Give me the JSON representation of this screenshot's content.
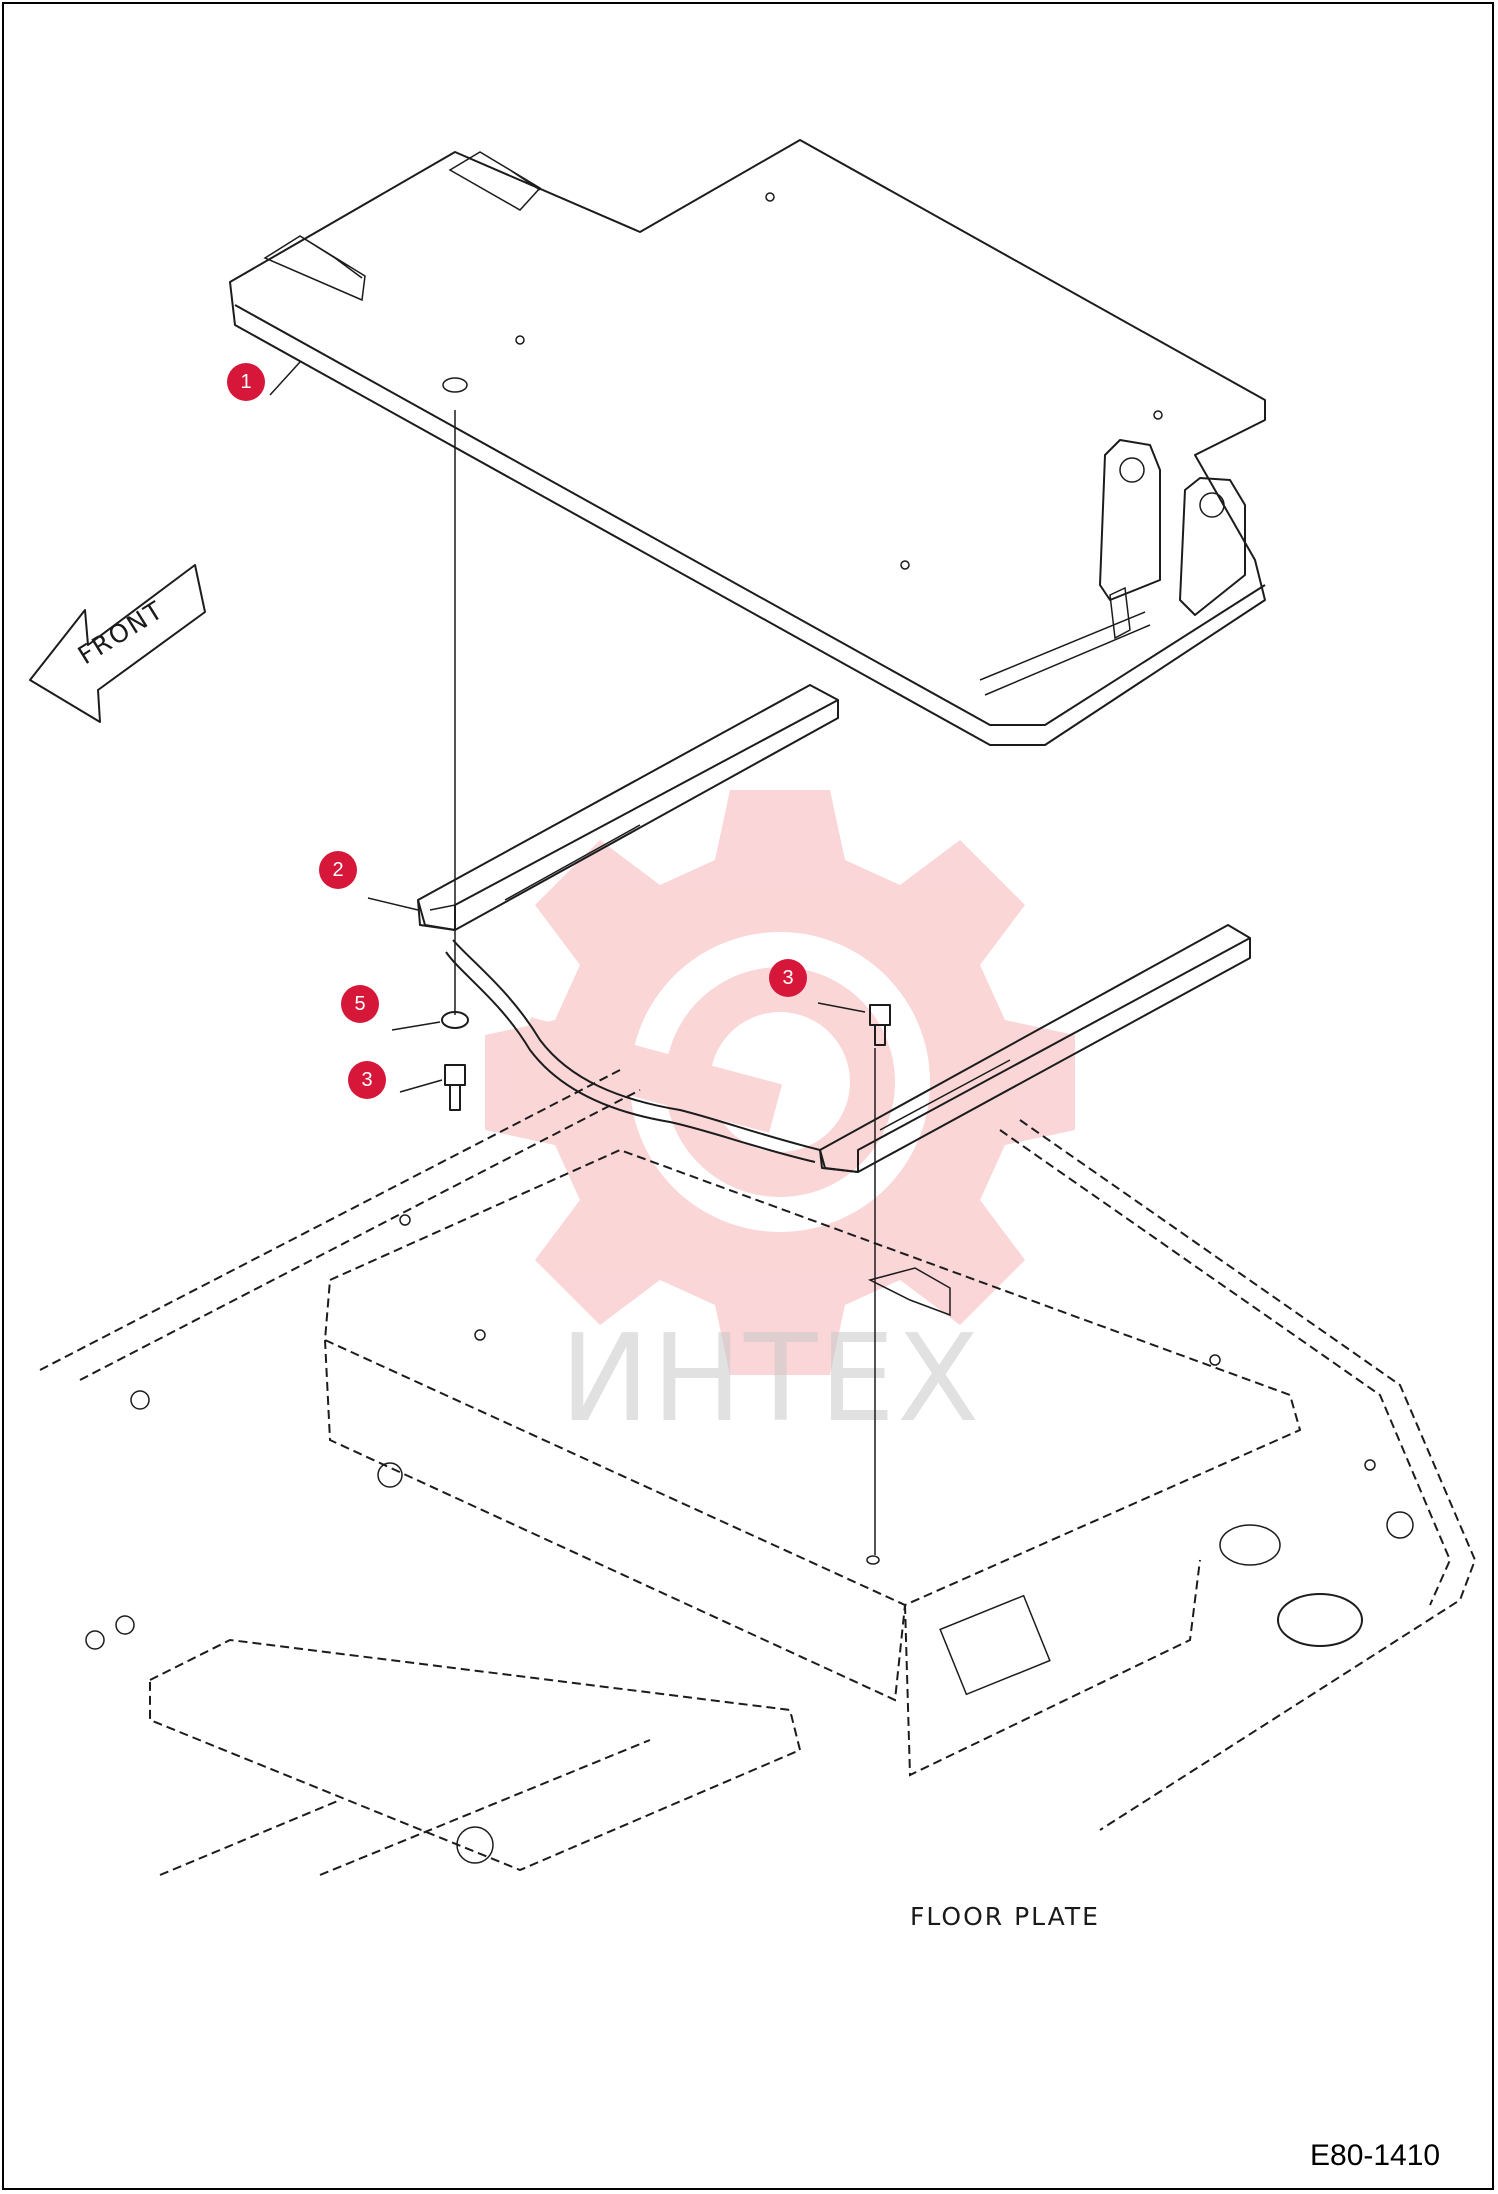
{
  "diagram": {
    "direction_label": "FRONT",
    "area_label": "FLOOR PLATE",
    "drawing_code": "E80-1410",
    "watermark": "ИНТЕХ",
    "callout_color": "#d6173a",
    "watermark_color": "#f4a5a8"
  },
  "callouts": [
    {
      "id": "1",
      "label": "1"
    },
    {
      "id": "2",
      "label": "2"
    },
    {
      "id": "3a",
      "label": "3"
    },
    {
      "id": "5",
      "label": "5"
    },
    {
      "id": "3b",
      "label": "3"
    }
  ]
}
